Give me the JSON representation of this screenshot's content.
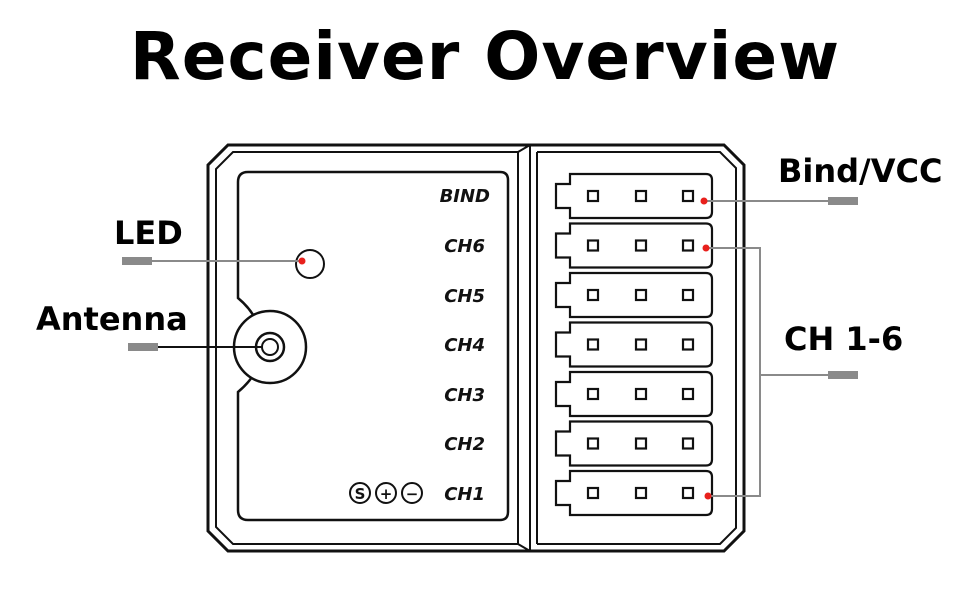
{
  "title": "Receiver Overview",
  "callouts": {
    "bind_vcc": "Bind/VCC",
    "led": "LED",
    "antenna": "Antenna",
    "ch_range": "CH 1-6"
  },
  "port_labels": [
    "BIND",
    "CH6",
    "CH5",
    "CH4",
    "CH3",
    "CH2",
    "CH1"
  ],
  "polarity_symbols": [
    "S",
    "+",
    "−"
  ],
  "colors": {
    "marker": "#e8201c",
    "leader": "#8a8a8a",
    "outline": "#111111"
  }
}
